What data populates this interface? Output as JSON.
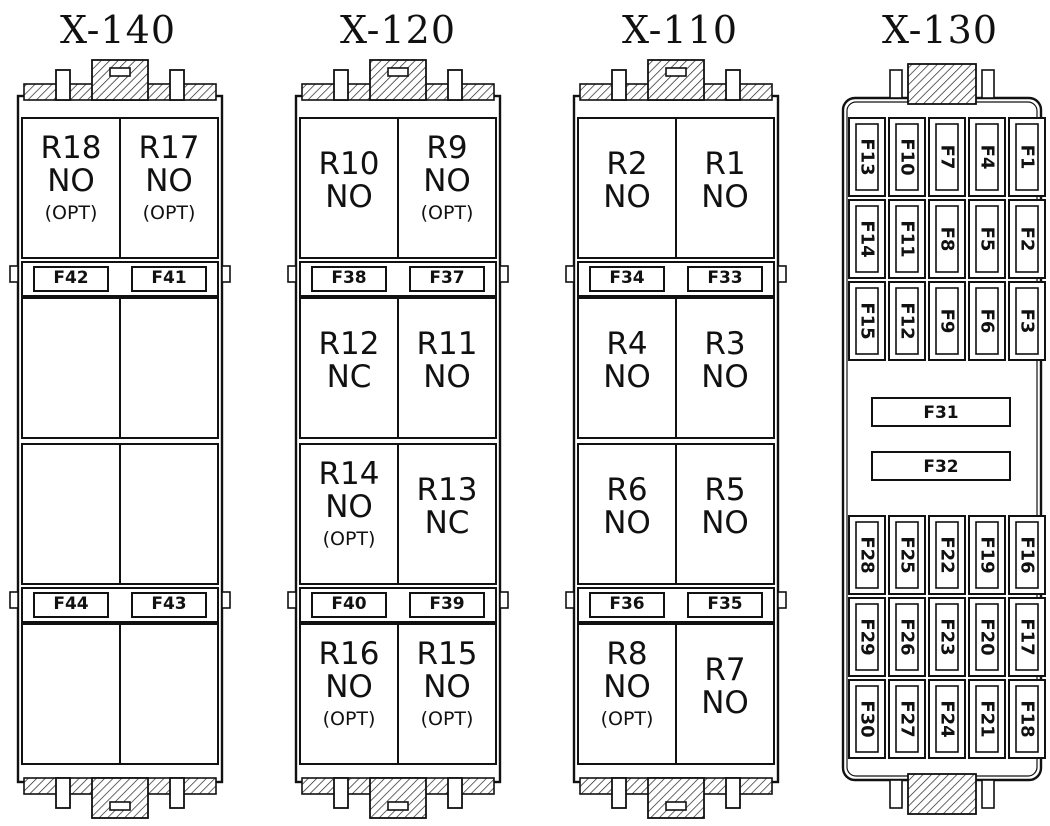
{
  "panels": [
    {
      "title": "X-140",
      "top_fuses": [
        "F42",
        "F41"
      ],
      "bottom_fuses": [
        "F44",
        "F43"
      ],
      "relays": [
        [
          {
            "relay": "R18",
            "state": "NO",
            "opt": "(OPT)"
          },
          {
            "relay": "R17",
            "state": "NO",
            "opt": "(OPT)"
          }
        ],
        [
          {
            "relay": "",
            "state": "",
            "opt": ""
          },
          {
            "relay": "",
            "state": "",
            "opt": ""
          }
        ],
        [
          {
            "relay": "",
            "state": "",
            "opt": ""
          },
          {
            "relay": "",
            "state": "",
            "opt": ""
          }
        ],
        [
          {
            "relay": "",
            "state": "",
            "opt": ""
          },
          {
            "relay": "",
            "state": "",
            "opt": ""
          }
        ]
      ]
    },
    {
      "title": "X-120",
      "top_fuses": [
        "F38",
        "F37"
      ],
      "bottom_fuses": [
        "F40",
        "F39"
      ],
      "relays": [
        [
          {
            "relay": "R10",
            "state": "NO",
            "opt": ""
          },
          {
            "relay": "R9",
            "state": "NO",
            "opt": "(OPT)"
          }
        ],
        [
          {
            "relay": "R12",
            "state": "NC",
            "opt": ""
          },
          {
            "relay": "R11",
            "state": "NO",
            "opt": ""
          }
        ],
        [
          {
            "relay": "R14",
            "state": "NO",
            "opt": "(OPT)"
          },
          {
            "relay": "R13",
            "state": "NC",
            "opt": ""
          }
        ],
        [
          {
            "relay": "R16",
            "state": "NO",
            "opt": "(OPT)"
          },
          {
            "relay": "R15",
            "state": "NO",
            "opt": "(OPT)"
          }
        ]
      ]
    },
    {
      "title": "X-110",
      "top_fuses": [
        "F34",
        "F33"
      ],
      "bottom_fuses": [
        "F36",
        "F35"
      ],
      "relays": [
        [
          {
            "relay": "R2",
            "state": "NO",
            "opt": ""
          },
          {
            "relay": "R1",
            "state": "NO",
            "opt": ""
          }
        ],
        [
          {
            "relay": "R4",
            "state": "NO",
            "opt": ""
          },
          {
            "relay": "R3",
            "state": "NO",
            "opt": ""
          }
        ],
        [
          {
            "relay": "R6",
            "state": "NO",
            "opt": ""
          },
          {
            "relay": "R5",
            "state": "NO",
            "opt": ""
          }
        ],
        [
          {
            "relay": "R8",
            "state": "NO",
            "opt": "(OPT)"
          },
          {
            "relay": "R7",
            "state": "NO",
            "opt": ""
          }
        ]
      ]
    }
  ],
  "fuse_panel": {
    "title": "X-130",
    "top_grid": [
      [
        "F13",
        "F10",
        "F7",
        "F4",
        "F1"
      ],
      [
        "F14",
        "F11",
        "F8",
        "F5",
        "F2"
      ],
      [
        "F15",
        "F12",
        "F9",
        "F6",
        "F3"
      ]
    ],
    "wide_fuses": [
      "F31",
      "F32"
    ],
    "bottom_grid": [
      [
        "F28",
        "F25",
        "F22",
        "F19",
        "F16"
      ],
      [
        "F29",
        "F26",
        "F23",
        "F20",
        "F17"
      ],
      [
        "F30",
        "F27",
        "F24",
        "F21",
        "F18"
      ]
    ]
  }
}
